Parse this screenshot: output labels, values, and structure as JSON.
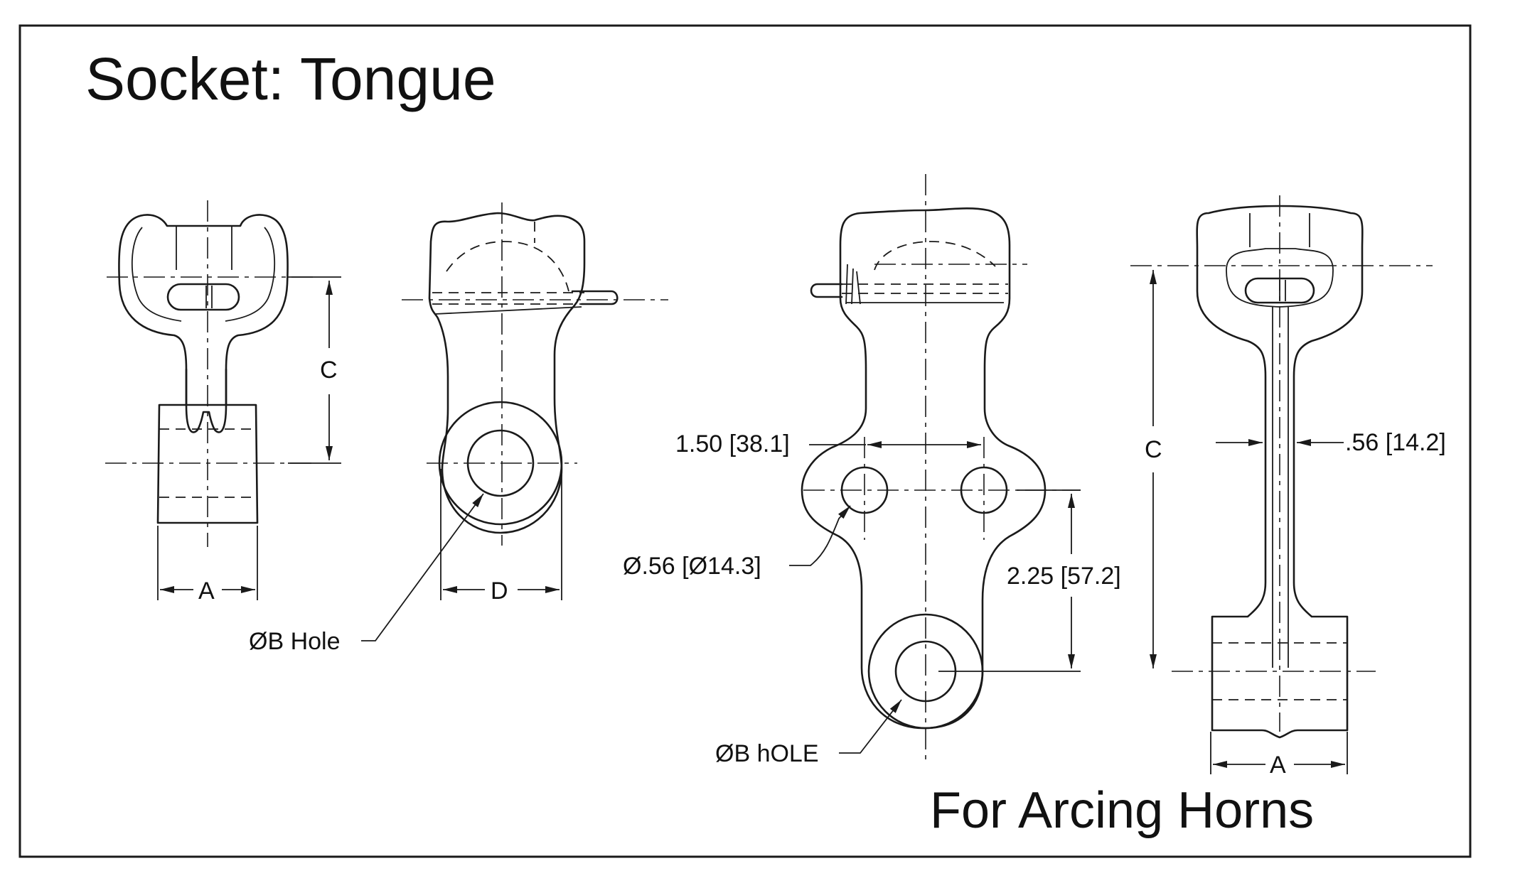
{
  "title": "Socket: Tongue",
  "subtitle": "For Arcing Horns",
  "labels": {
    "view1_width": "A",
    "view1_height": "C",
    "view2_width": "D",
    "view2_hole": "ØB Hole",
    "view3_spacing": "1.50 [38.1]",
    "view3_small_hole": "Ø.56 [Ø14.3]",
    "view3_height": "2.25 [57.2]",
    "view3_hole": "ØB hOLE",
    "view4_height": "C",
    "view4_thickness": ".56 [14.2]",
    "view4_width": "A"
  }
}
